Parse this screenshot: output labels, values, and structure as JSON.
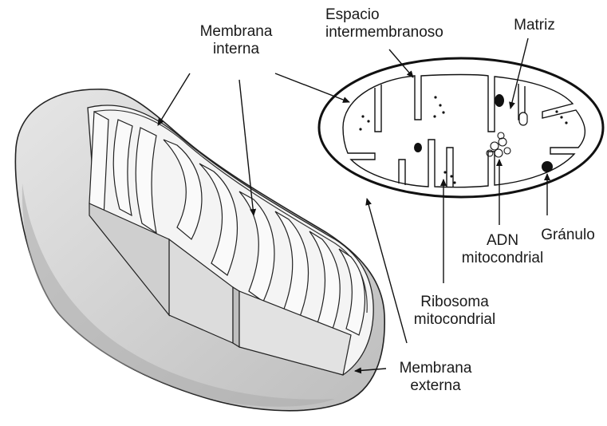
{
  "labels": {
    "membrana_interna": [
      "Membrana",
      "interna"
    ],
    "espacio_intermembranoso": [
      "Espacio",
      "intermembranoso"
    ],
    "matriz": "Matriz",
    "adn_mitocondrial": [
      "ADN",
      "mitocondrial"
    ],
    "granulo": "Gránulo",
    "ribosoma_mitocondrial": [
      "Ribosoma",
      "mitocondrial"
    ],
    "membrana_externa": [
      "Membrana",
      "externa"
    ]
  },
  "colors": {
    "outline": "#111111",
    "fill_outer": "#d9d9d9",
    "fill_inner": "#f2f2f2",
    "shadow": "#a8a8a8"
  }
}
